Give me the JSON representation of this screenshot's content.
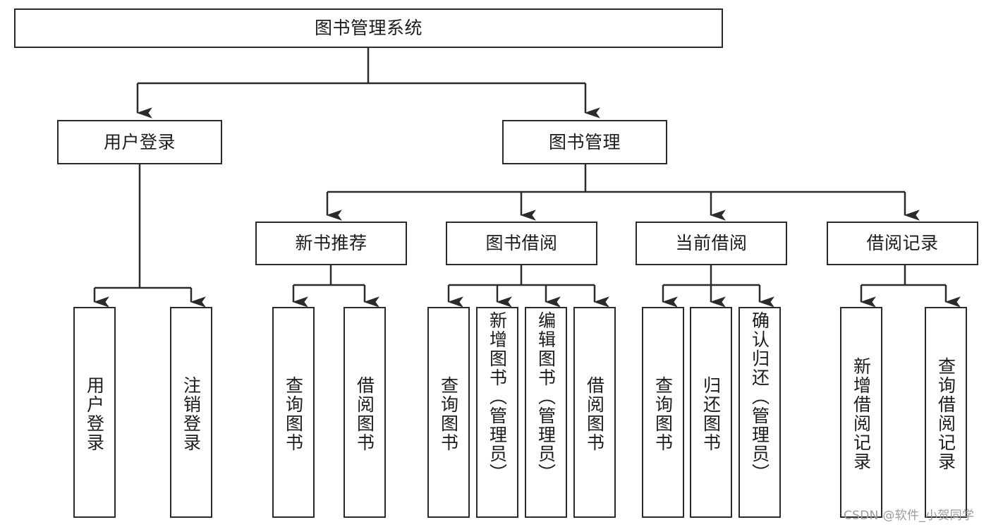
{
  "diagram": {
    "title": "图书管理系统",
    "type": "functional-structure-tree",
    "root": {
      "label": "图书管理系统"
    },
    "level2": [
      {
        "label": "用户登录"
      },
      {
        "label": "图书管理"
      }
    ],
    "level3": [
      {
        "label": "新书推荐"
      },
      {
        "label": "图书借阅"
      },
      {
        "label": "当前借阅"
      },
      {
        "label": "借阅记录"
      }
    ],
    "leaves": {
      "user_login": [
        {
          "label": "用户登录"
        },
        {
          "label": "注销登录"
        }
      ],
      "new_book_recommend": [
        {
          "label": "查询图书"
        },
        {
          "label": "借阅图书"
        }
      ],
      "book_borrow": [
        {
          "label": "查询图书"
        },
        {
          "label": "新增图书（管理员）"
        },
        {
          "label": "编辑图书（管理员）"
        },
        {
          "label": "借阅图书"
        }
      ],
      "current_borrow": [
        {
          "label": "查询图书"
        },
        {
          "label": "归还图书"
        },
        {
          "label": "确认归还（管理员）"
        }
      ],
      "borrow_record": [
        {
          "label": "新增借阅记录"
        },
        {
          "label": "查询借阅记录"
        }
      ]
    }
  },
  "watermark": {
    "text": "CSDN @软件_小贺同学"
  },
  "colors": {
    "stroke": "#2b2b2b",
    "fill": "#ffffff",
    "text": "#1c1c1c",
    "watermark": "#9a9a9a"
  }
}
